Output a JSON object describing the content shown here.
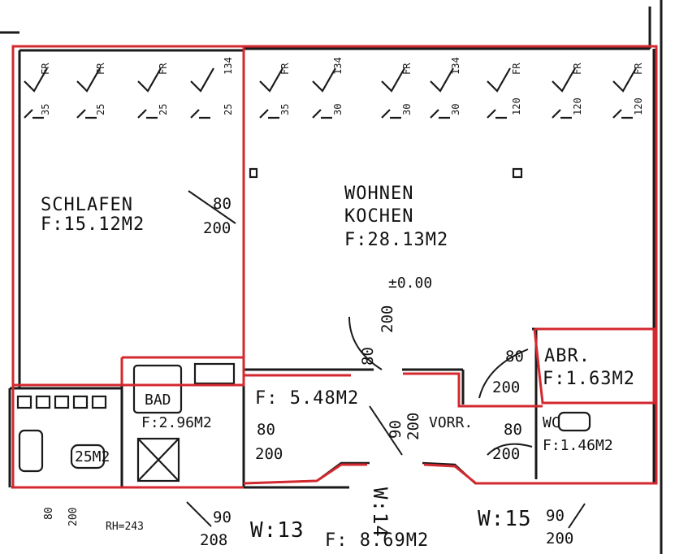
{
  "rooms": {
    "schlafen": {
      "name": "SCHLAFEN",
      "area": "F:15.12M2"
    },
    "wohnen": {
      "name1": "WOHNEN",
      "name2": "KOCHEN",
      "area": "F:28.13M2"
    },
    "abr": {
      "name": "ABR.",
      "area": "F:1.63M2"
    },
    "flur": {
      "area": "F: 5.48M2"
    },
    "bad": {
      "name": "BAD",
      "area": "F:2.96M2"
    },
    "vorr": {
      "name": "VORR."
    },
    "wc": {
      "name": "WC",
      "area": "F:1.46M2"
    },
    "balkon": {
      "area": "F: 8.69M2"
    },
    "small": {
      "area": "25M2"
    }
  },
  "level": "±0.00",
  "room_height": "RH=243",
  "windows": {
    "w13": "W:13",
    "w14": "W:14",
    "w15": "W:15"
  },
  "doors": {
    "d80": "80",
    "d90": "90",
    "d200": "200",
    "d208": "208"
  },
  "colors": {
    "outline": "#d3282f",
    "walls": "#1a1a1a"
  }
}
